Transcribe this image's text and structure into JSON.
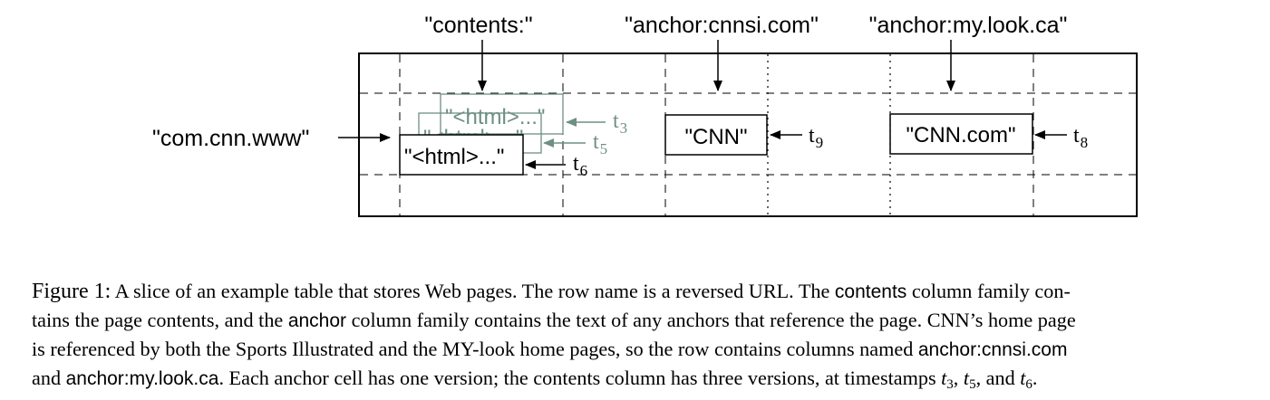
{
  "diagram": {
    "column_labels": [
      "\"contents:\"",
      "\"anchor:cnnsi.com\"",
      "\"anchor:my.look.ca\""
    ],
    "row_label": "\"com.cnn.www\"",
    "contents_versions": [
      {
        "text": "\"<html>...\"",
        "timestamp": "t",
        "sub": "3"
      },
      {
        "text": "\"<html>...\"",
        "timestamp": "t",
        "sub": "5"
      },
      {
        "text": "\"<html>...\"",
        "timestamp": "t",
        "sub": "6"
      }
    ],
    "anchor_cnnsi": {
      "text": "\"CNN\"",
      "timestamp": "t",
      "sub": "9"
    },
    "anchor_mylook": {
      "text": "\"CNN.com\"",
      "timestamp": "t",
      "sub": "8"
    },
    "colors": {
      "ink": "#000000",
      "old_version": "#6f8f84"
    }
  },
  "caption": {
    "line1": {
      "lead": "Figure 1:",
      "a": " A slice of an example table that stores Web pages. The row name is a reversed URL. The ",
      "sans": "contents",
      "b": " column family con-"
    },
    "line2": {
      "a": "tains the page contents, and the ",
      "sans": "anchor",
      "b": " column family contains the text of any anchors that reference the page. CNN’s home page"
    },
    "line3": {
      "a": "is referenced by both the Sports Illustrated and the MY-look home pages, so the row contains columns named ",
      "sans": "anchor:cnnsi.com"
    },
    "line4": {
      "a": "and ",
      "sans": "anchor:my.look.ca",
      "b": ". Each anchor cell has one version; the contents column has three versions, at timestamps ",
      "t": "t",
      "t3": "3",
      "comma1": ", ",
      "t5": "5",
      "comma2": ", and ",
      "t6": "6",
      "end": "."
    }
  }
}
